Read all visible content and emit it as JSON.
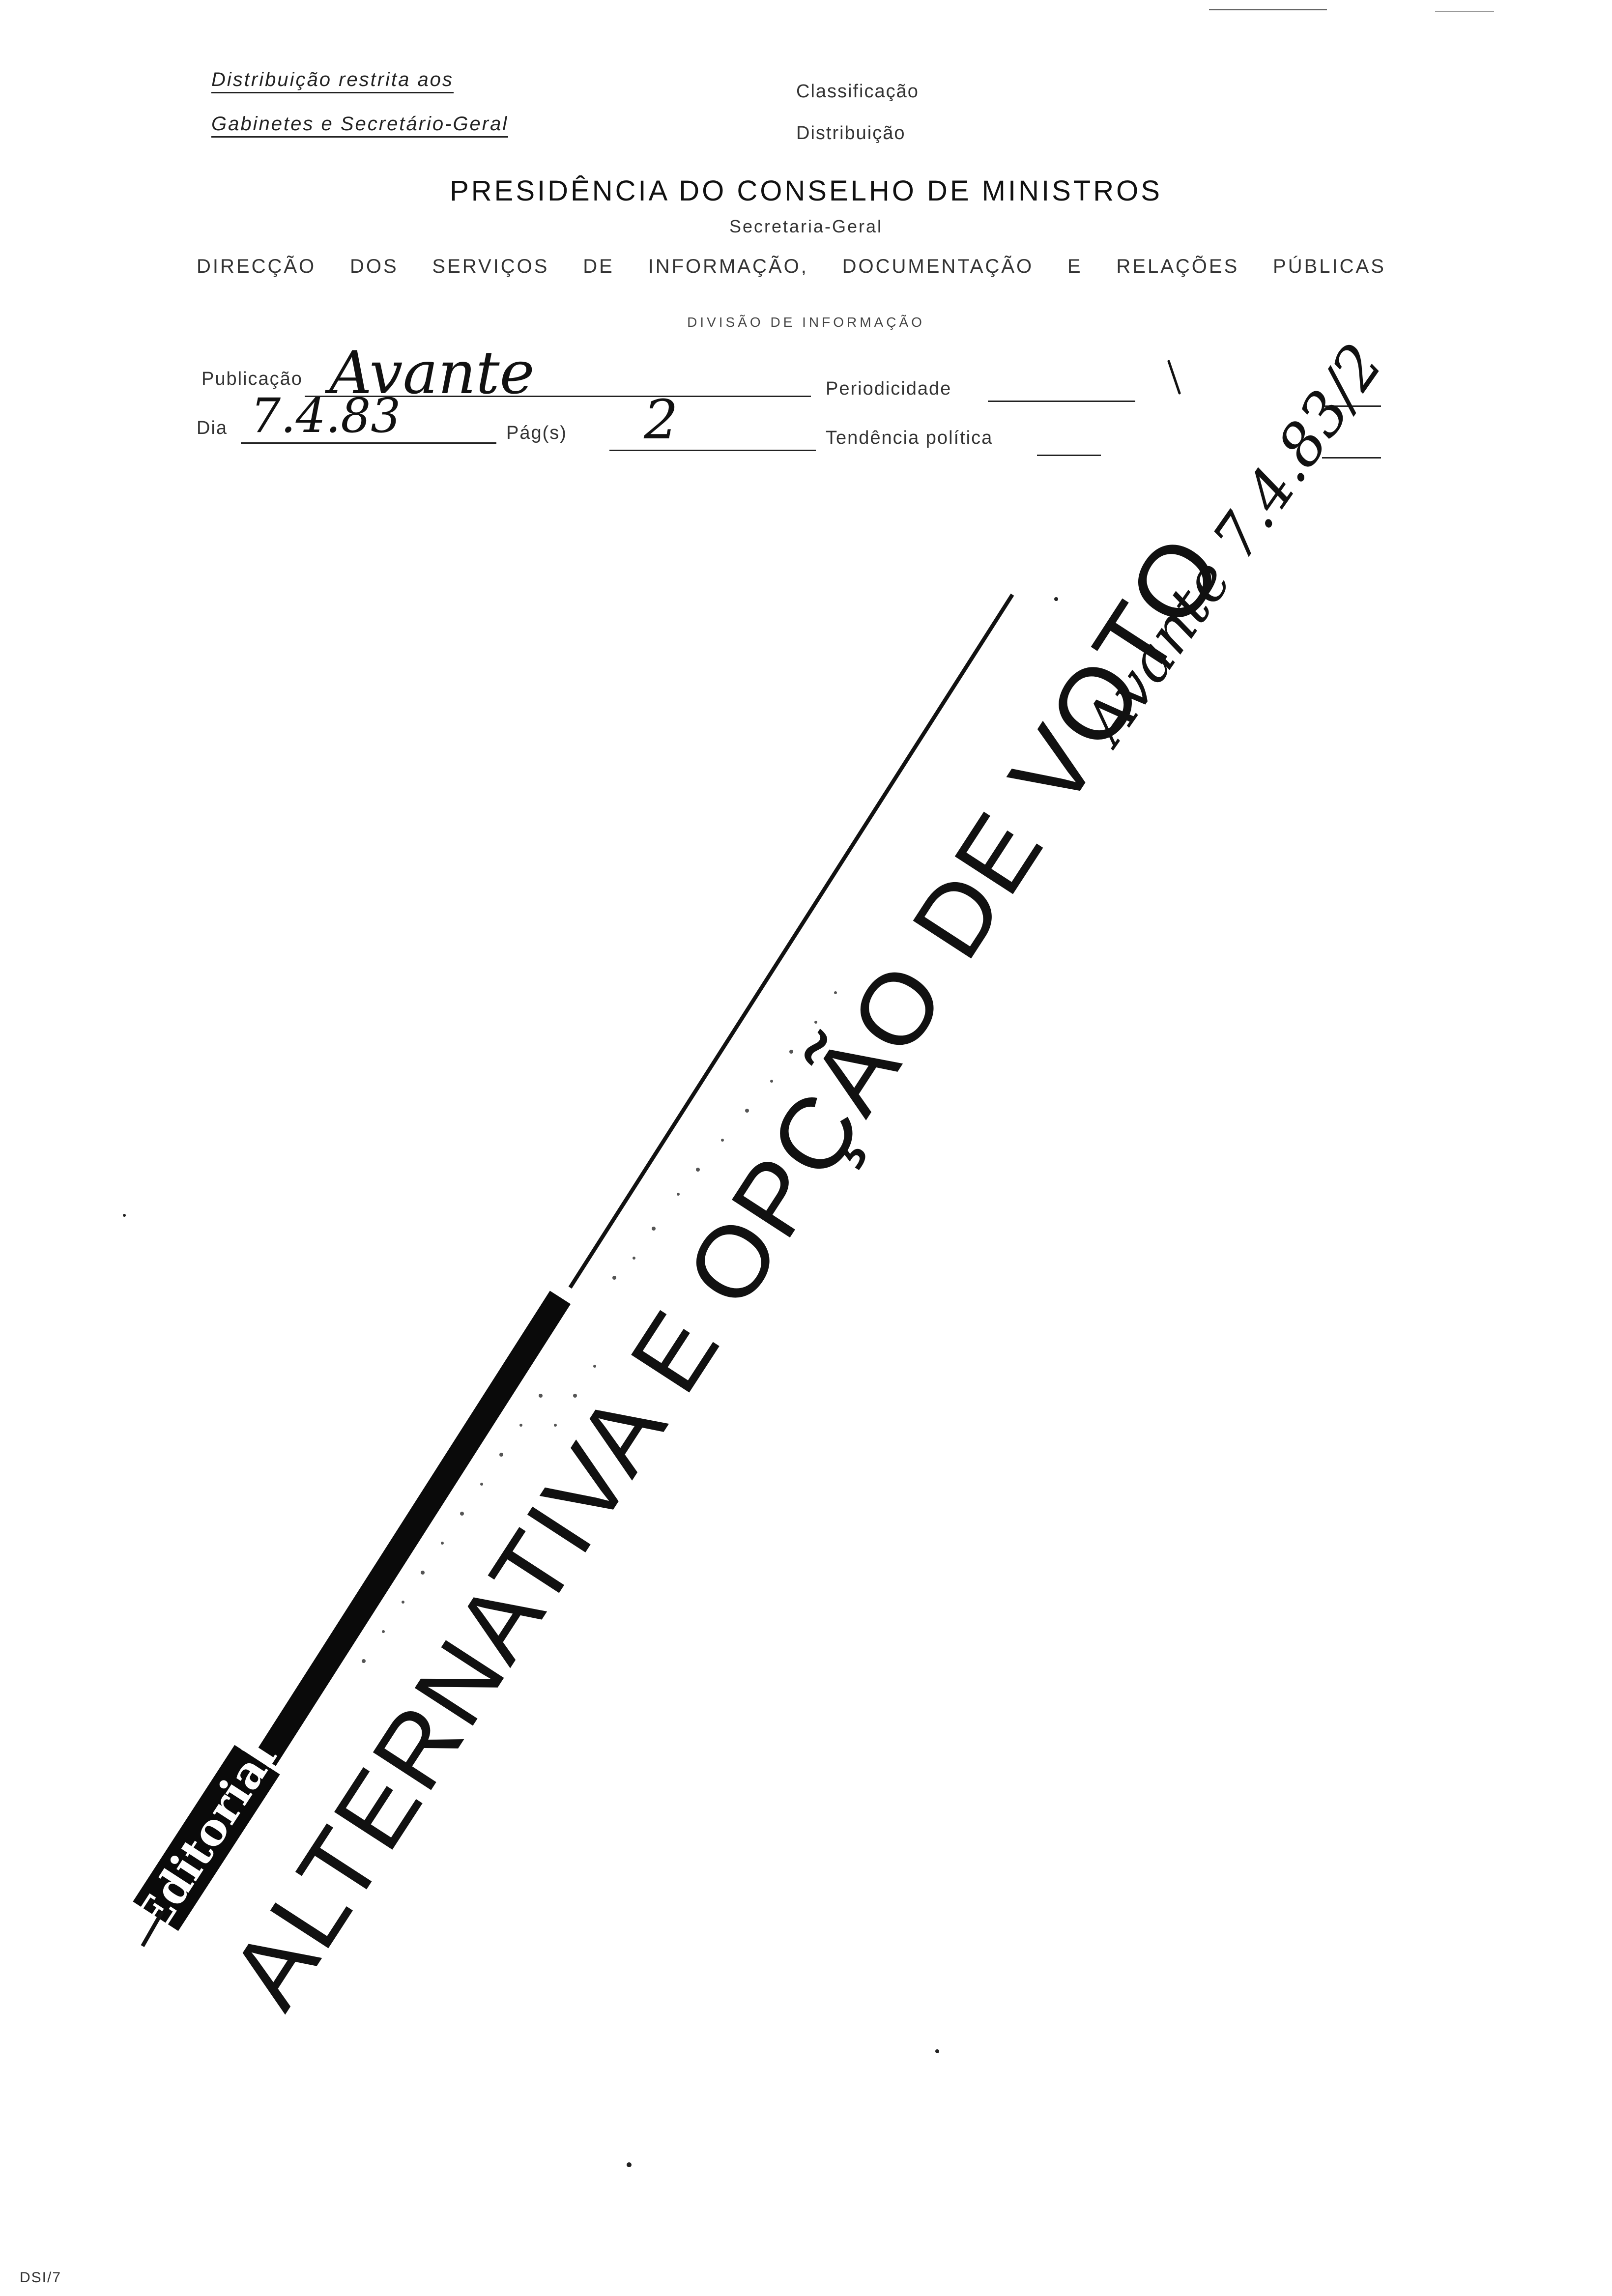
{
  "header": {
    "restricted_line1": "Distribuição restrita aos",
    "restricted_line2": "Gabinetes e Secretário-Geral",
    "classification_label": "Classificação",
    "distribution_label": "Distribuição"
  },
  "title": {
    "presidency": "PRESIDÊNCIA DO CONSELHO DE MINISTROS",
    "secretariat": "Secretaria-Geral",
    "direction_words": [
      "DIRECÇÃO",
      "DOS",
      "SERVIÇOS",
      "DE",
      "INFORMAÇÃO,",
      "DOCUMENTAÇÃO",
      "E",
      "RELAÇÕES",
      "PÚBLICAS"
    ],
    "division": "DIVISÃO DE INFORMAÇÃO"
  },
  "form": {
    "publication_label": "Publicação",
    "publication_value": "Avante",
    "periodicity_label": "Periodicidade",
    "day_label": "Dia",
    "day_value": "7.4.83",
    "pages_label": "Pág(s)",
    "pages_value": "2",
    "tendency_label": "Tendência política"
  },
  "article": {
    "section_tag": "Editorial",
    "headline": "ALTERNATIVA E OPÇÃO DE VOTO",
    "handwritten_note": "Avante 7.4.83/2"
  },
  "footer": {
    "code": "DSI/7"
  },
  "colors": {
    "ink": "#1a1a1a",
    "paper": "#ffffff"
  }
}
